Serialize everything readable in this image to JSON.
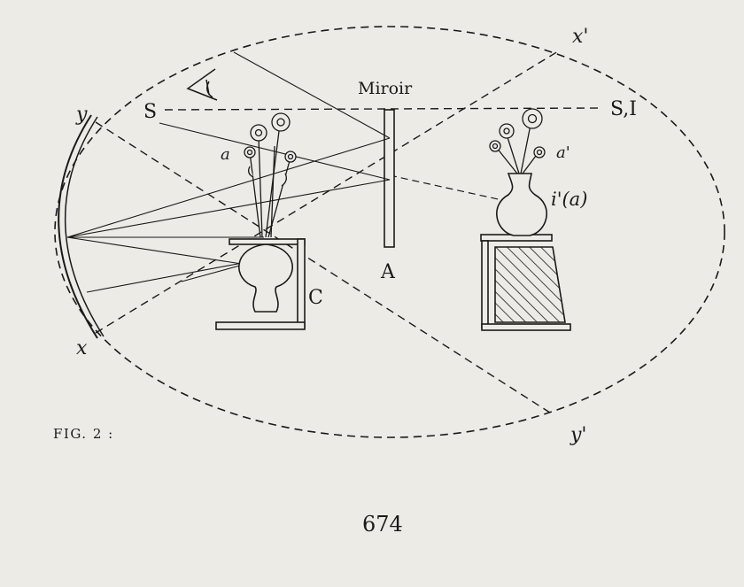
{
  "labels": {
    "mirror": "Miroir",
    "si": "S,I",
    "s": "S",
    "y_top": "y",
    "x_top_right": "x'",
    "a_left": "a",
    "a_right": "a'",
    "ia": "i'(a)",
    "mirror_a": "A",
    "c": "C",
    "x_bottom": "x",
    "y_bottom_right": "y'"
  },
  "caption": "FIG. 2 :",
  "page_number": "674"
}
